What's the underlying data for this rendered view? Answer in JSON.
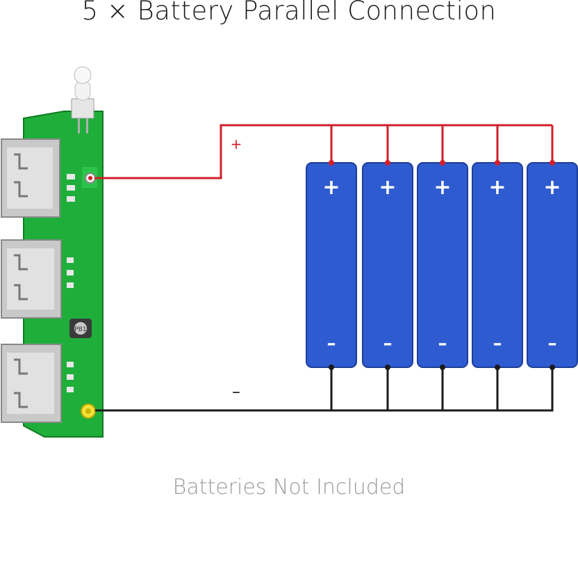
{
  "title": "5 × Battery Parallel Connection",
  "footer": "Batteries Not Included",
  "labels": {
    "plus_wire": "+",
    "minus_wire": "–"
  },
  "battery": {
    "count": 5,
    "plus_symbol": "+",
    "minus_symbol": "–",
    "color": "#2f5bd0"
  },
  "colors": {
    "positive_wire": "#d21f2a",
    "negative_wire": "#1a1a1a",
    "pcb": "#1fae3a"
  },
  "board": {
    "chip_label": "PB1"
  }
}
